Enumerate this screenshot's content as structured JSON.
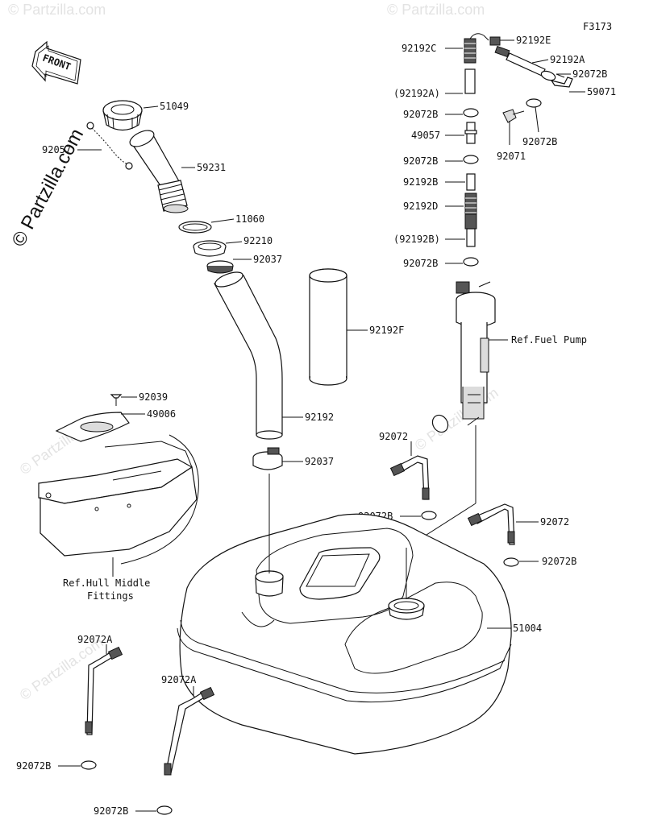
{
  "figure_code": "F3173",
  "front_label": "FRONT",
  "watermark_main": "© Partzilla.com",
  "watermark_faint": "© Partzilla.com",
  "labels": {
    "p51049": "51049",
    "p92057": "92057",
    "p59231": "59231",
    "p11060": "11060",
    "p92210": "92210",
    "p92037_top": "92037",
    "p92192F": "92192F",
    "p92192": "92192",
    "p92039": "92039",
    "p49006": "49006",
    "p92037_mid": "92037",
    "ref_hull_line1": "Ref.Hull Middle",
    "ref_hull_line2": "Fittings",
    "p92192C": "92192C",
    "p92192E": "92192E",
    "p92192A": "92192A",
    "p92072B_r1": "92072B",
    "p59071": "59071",
    "p92192A_paren": "(92192A)",
    "p92072B_l1": "92072B",
    "p49057": "49057",
    "p92072B_l2": "92072B",
    "p92071": "92071",
    "p92072B_r2": "92072B",
    "p92192B": "92192B",
    "p92192D": "92192D",
    "p92192B_paren": "(92192B)",
    "p92072B_l3": "92072B",
    "ref_fuel_pump": "Ref.Fuel Pump",
    "p92072_a": "92072",
    "p92072B_mid": "92072B",
    "p92072_b": "92072",
    "p92072B_right": "92072B",
    "p51004": "51004",
    "p92072A_1": "92072A",
    "p92072A_2": "92072A",
    "p92072B_bl1": "92072B",
    "p92072B_bl2": "92072B"
  }
}
